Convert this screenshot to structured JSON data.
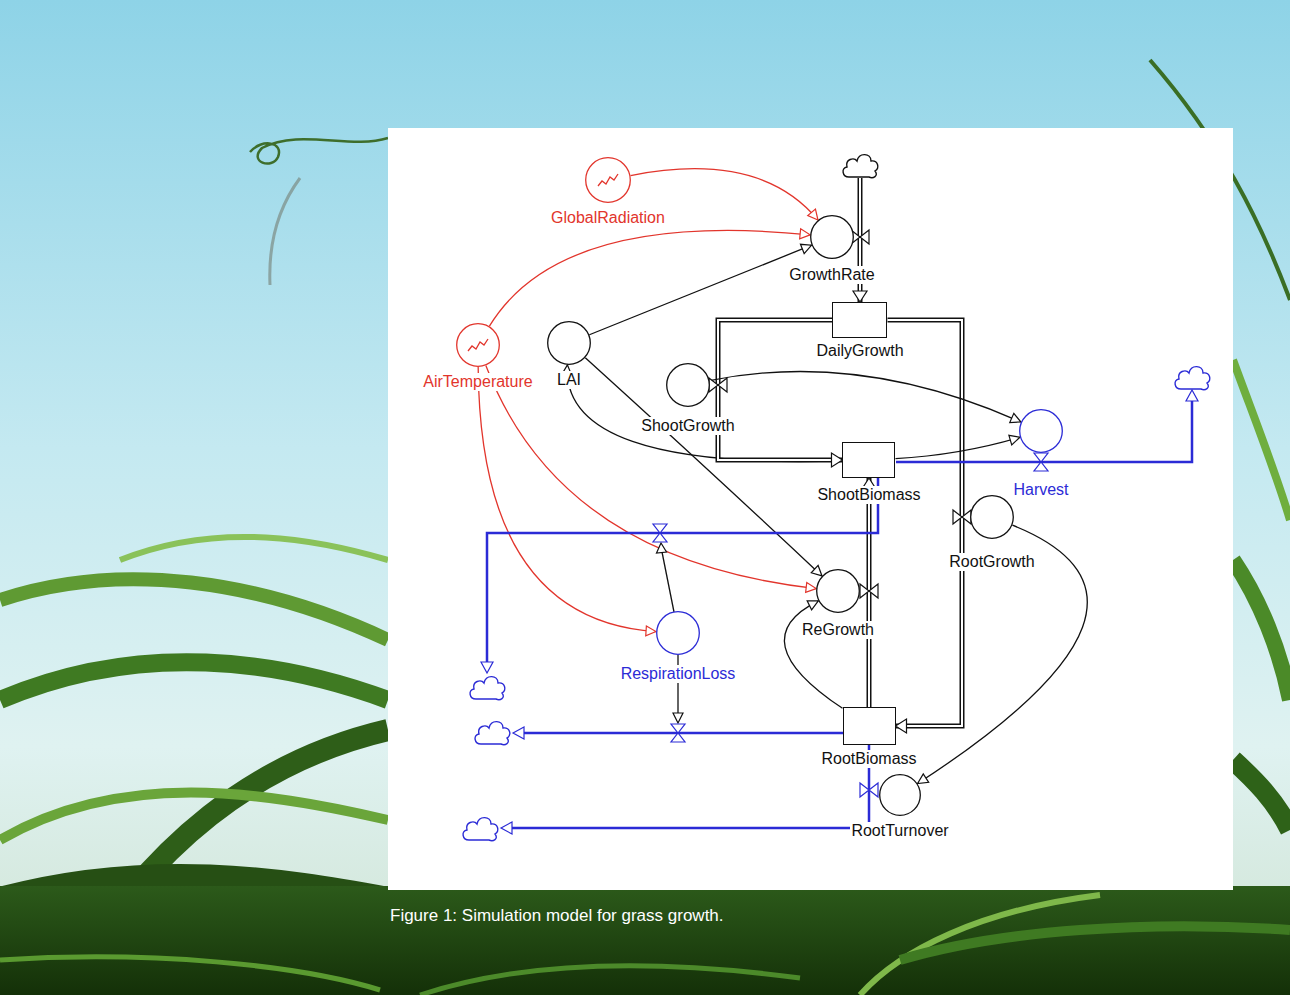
{
  "diagram": {
    "caption": "Figure 1: Simulation model for grass growth.",
    "nodes": [
      {
        "text": [
          "GlobalRadiation"
        ]
      },
      {
        "text": [
          "GrowthRate"
        ]
      },
      {
        "text": [
          "DailyGrowth"
        ]
      },
      {
        "text": [
          "AirTemperature"
        ]
      },
      {
        "text": [
          "LAI"
        ]
      },
      {
        "text": [
          "ShootGrowth"
        ]
      },
      {
        "text": [
          "ShootBiomass"
        ]
      },
      {
        "text": [
          "Harvest"
        ]
      },
      {
        "text": [
          "RootGrowth"
        ]
      },
      {
        "text": [
          "ReGrowth"
        ]
      },
      {
        "text": [
          "RespirationLoss"
        ]
      },
      {
        "text": [
          "RootBiomass"
        ]
      },
      {
        "text": [
          "RootTurnover"
        ]
      }
    ],
    "edges": [
      {
        "from": 0,
        "to": 1,
        "arrow": "to"
      },
      {
        "from": 3,
        "to": 1,
        "arrow": "to"
      },
      {
        "from": 4,
        "to": 1,
        "arrow": "to"
      },
      {
        "from": 6,
        "to": 4,
        "arrow": "to"
      },
      {
        "from": 2,
        "to": 6,
        "arrow": "to"
      },
      {
        "from": 2,
        "to": 11,
        "arrow": "to"
      },
      {
        "from": 5,
        "to": 7,
        "arrow": "to"
      },
      {
        "from": 6,
        "to": 7,
        "arrow": "to"
      },
      {
        "from": 4,
        "to": 9,
        "arrow": "to"
      },
      {
        "from": 3,
        "to": 9,
        "arrow": "to"
      },
      {
        "from": 3,
        "to": 10,
        "arrow": "to"
      },
      {
        "from": 11,
        "to": 9,
        "arrow": "to"
      },
      {
        "from": 11,
        "to": 6,
        "arrow": "to"
      },
      {
        "from": 8,
        "to": 12,
        "arrow": "to"
      }
    ]
  }
}
